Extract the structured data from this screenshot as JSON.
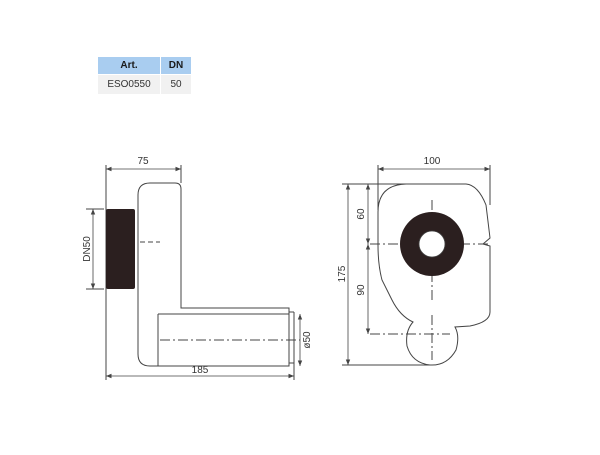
{
  "table": {
    "headers": [
      "Art.",
      "DN"
    ],
    "row": [
      "ESO0550",
      "50"
    ]
  },
  "dimensions": {
    "side_top_width": "75",
    "side_bottom_width": "185",
    "side_inlet_dn": "DN50",
    "side_outlet_diameter": "ø50",
    "front_width": "100",
    "front_height": "175",
    "front_upper": "60",
    "front_lower": "90"
  },
  "colors": {
    "line": "#444444",
    "gasket": "#2b1f1f",
    "table_header": "#a9cdf0",
    "table_cell": "#f1f1f1"
  }
}
